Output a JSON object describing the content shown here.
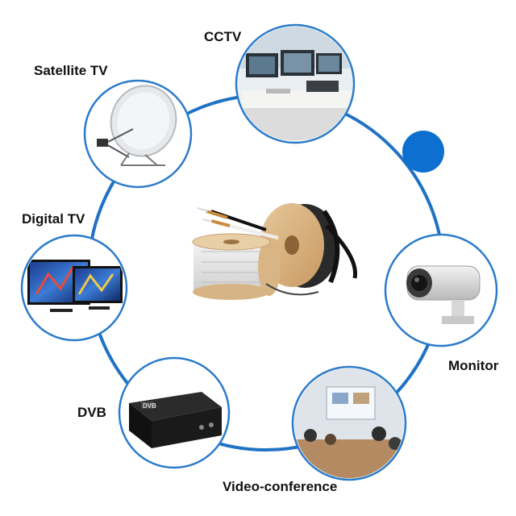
{
  "colors": {
    "ring": "#1f72c4",
    "node_border": "#2b7bc9",
    "dot": "#0d6fcf"
  },
  "labels": {
    "cctv": "CCTV",
    "satellite_tv": "Satellite TV",
    "digital_tv": "Digital TV",
    "dvb": "DVB",
    "monitor": "Monitor",
    "video_conference": "Video-conference"
  },
  "icons": {
    "center": "coaxial-cable-spools-icon",
    "cctv": "cctv-control-room-icon",
    "satellite_tv": "satellite-dish-icon",
    "digital_tv": "flat-screen-tv-icon",
    "dvb": "dvb-receiver-box-icon",
    "monitor": "security-camera-icon",
    "video_conference": "conference-room-icon"
  },
  "dvb_box_text": "DVB"
}
